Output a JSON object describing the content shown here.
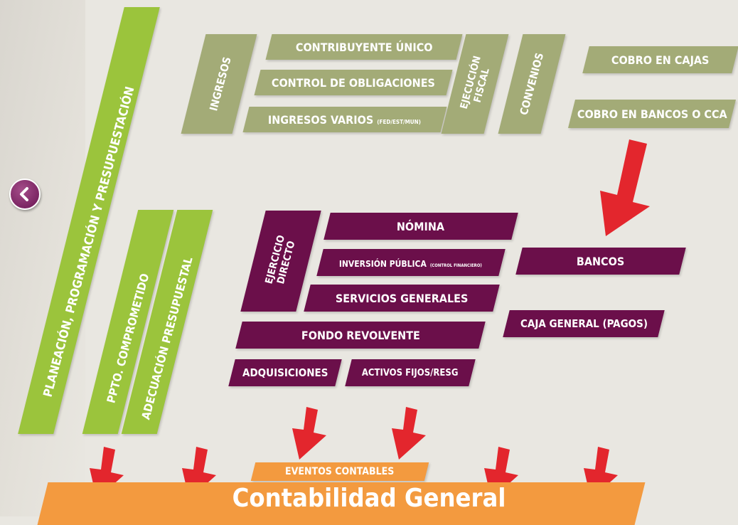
{
  "nav": {
    "back_icon": "chevron-left-icon"
  },
  "green_bars": [
    {
      "label": "PLANEACIÓN, PROGRAMACIÓN Y PRESUPUESTACIÓN"
    },
    {
      "label": "PPTO. COMPROMETIDO"
    },
    {
      "label": "ADECUACIÓN PRESUPUESTAL"
    }
  ],
  "ingresos": {
    "header": "INGRESOS",
    "items": [
      "CONTRIBUYENTE ÚNICO",
      "CONTROL DE OBLIGACIONES",
      "INGRESOS VARIOS"
    ],
    "items_suffix": "(FED/EST/MUN)"
  },
  "ejecucion": "EJECUCIÓN FISCAL",
  "convenios": "CONVENIOS",
  "cobros": [
    "COBRO EN CAJAS",
    "COBRO EN BANCOS O CCA"
  ],
  "ejercicio": {
    "header": "EJERCICIO DIRECTO",
    "items": [
      "NÓMINA",
      "INVERSIÓN PÚBLICA",
      "SERVICIOS GENERALES"
    ],
    "inversion_suffix": "(CONTROL FINANCIERO)"
  },
  "bancos": "BANCOS",
  "caja_general": "CAJA GENERAL (PAGOS)",
  "fondo": "FONDO REVOLVENTE",
  "adquisiciones": "ADQUISICIONES",
  "activos": "ACTIVOS FIJOS/RESG",
  "eventos": "EVENTOS CONTABLES",
  "contabilidad": "Contabilidad General",
  "colors": {
    "olive": "#a3ab77",
    "purple": "#6b0f4a",
    "green": "#9bc43c",
    "orange": "#f39a3f",
    "red_arrow": "#e3262d"
  }
}
